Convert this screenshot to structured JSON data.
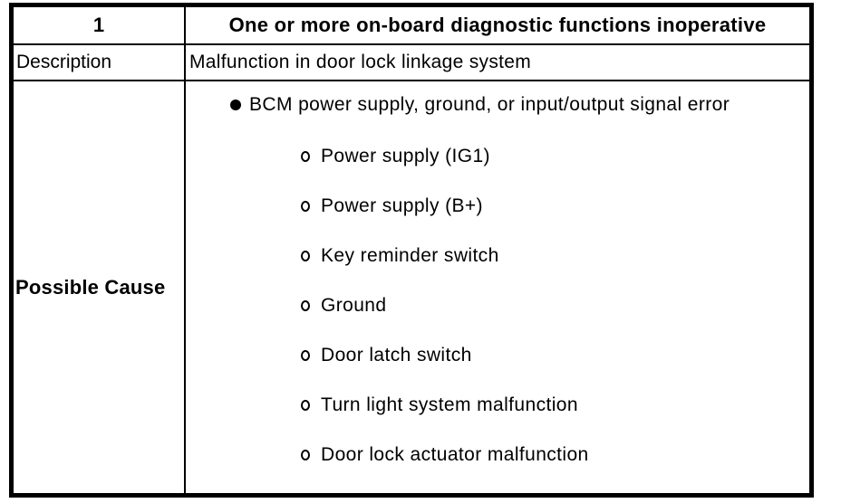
{
  "table": {
    "header": {
      "code": "1",
      "title": "One or more on-board diagnostic functions inoperative"
    },
    "description_row": {
      "label": "Description",
      "value": "Malfunction in door lock linkage system"
    },
    "possible_cause_row": {
      "label": "Possible Cause",
      "main_cause": "BCM power supply, ground, or input/output signal error",
      "sub_causes": [
        "Power supply (IG1)",
        "Power supply (B+)",
        "Key reminder switch",
        "Ground",
        "Door latch switch",
        "Turn light system malfunction",
        "Door lock actuator malfunction"
      ]
    },
    "colors": {
      "border": "#000000",
      "background": "#ffffff",
      "text": "#000000"
    }
  }
}
